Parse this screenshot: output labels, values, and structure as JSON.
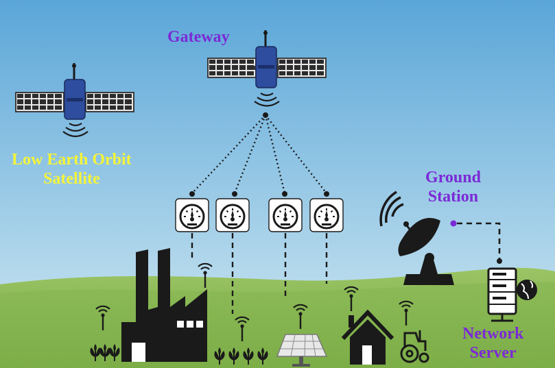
{
  "labels": {
    "gateway": "Gateway",
    "leo_line1": "Low Earth Orbit",
    "leo_line2": "Satellite",
    "ground_line1": "Ground",
    "ground_line2": "Station",
    "network_line1": "Network",
    "network_line2": "Server"
  },
  "colors": {
    "sky_top": "#5aa6d8",
    "sky_bottom": "#cfe6f2",
    "grass": "#8fba58",
    "gateway_text": "#7b2ad6",
    "leo_text": "#f4f43a",
    "ground_text": "#7b2ad6",
    "network_text": "#7b2ad6",
    "satellite_body": "#2e4d9e",
    "icon_dark": "#1a1a1a"
  },
  "icons": [
    "leo-satellite-icon",
    "gateway-satellite-icon",
    "sensor-gauge-icon",
    "factory-icon",
    "plant-icon",
    "solar-panel-icon",
    "house-icon",
    "tractor-icon",
    "satellite-dish-icon",
    "server-icon",
    "globe-icon",
    "wifi-signal-icon"
  ]
}
